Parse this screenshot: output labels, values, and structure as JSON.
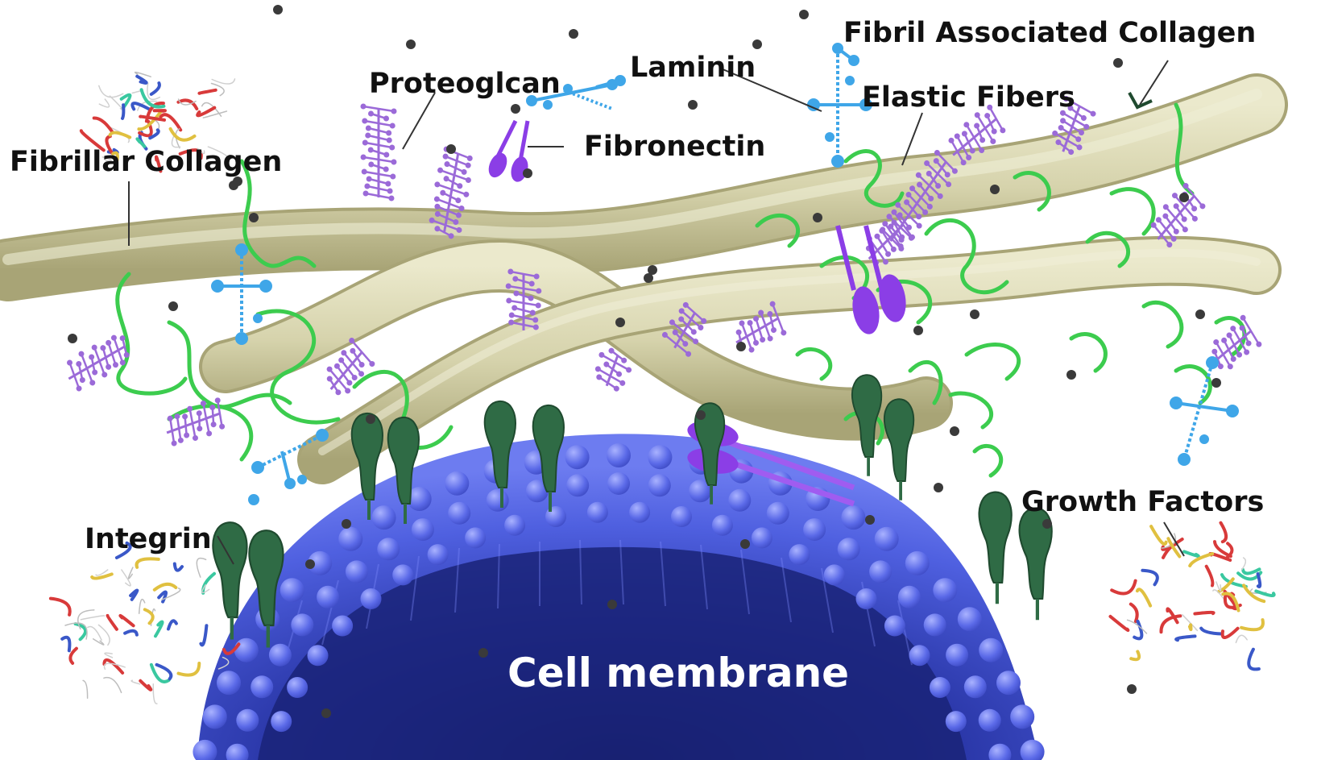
{
  "labels": {
    "fibril_associated_collagen": "Fibril Associated Collagen",
    "laminin": "Laminin",
    "proteoglcan": "Proteoglcan",
    "elastic_fibers": "Elastic Fibers",
    "fibronectin": "Fibronectin",
    "fibrillar_collagen": "Fibrillar Collagen",
    "growth_factors": "Growth Factors",
    "integrin": "Integrin",
    "cell_membrane": "Cell membrane"
  },
  "colors": {
    "collagen": "#d6d3ac",
    "collagen_dark": "#b5b184",
    "elastic_green": "#3ccc4e",
    "proteoglycan_purple": "#9b6ad8",
    "fibronectin_purple": "#8b3ee6",
    "laminin_blue": "#3fa6e8",
    "integrin_green": "#2f6b45",
    "membrane_blue": "#5868e6",
    "membrane_dark": "#222a8c",
    "ribbon_red": "#d83a3a",
    "ribbon_blue": "#3a58c8",
    "ribbon_yellow": "#e0c040",
    "ribbon_teal": "#3ac8a0"
  },
  "icons": {
    "protein_structure": "protein-ribbon-icon",
    "particle": "growth-factor-particle-icon"
  }
}
